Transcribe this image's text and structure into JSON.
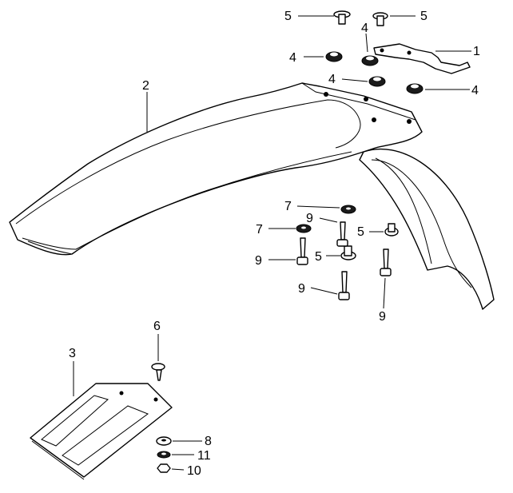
{
  "callouts": {
    "c1": "1",
    "c2": "2",
    "c3": "3",
    "c4a": "4",
    "c4b": "4",
    "c4c": "4",
    "c4d": "4",
    "c5a": "5",
    "c5b": "5",
    "c5c": "5",
    "c5d": "5",
    "c6": "6",
    "c7a": "7",
    "c7b": "7",
    "c8": "8",
    "c9a": "9",
    "c9b": "9",
    "c9c": "9",
    "c9d": "9",
    "c10": "10",
    "c11": "11"
  }
}
